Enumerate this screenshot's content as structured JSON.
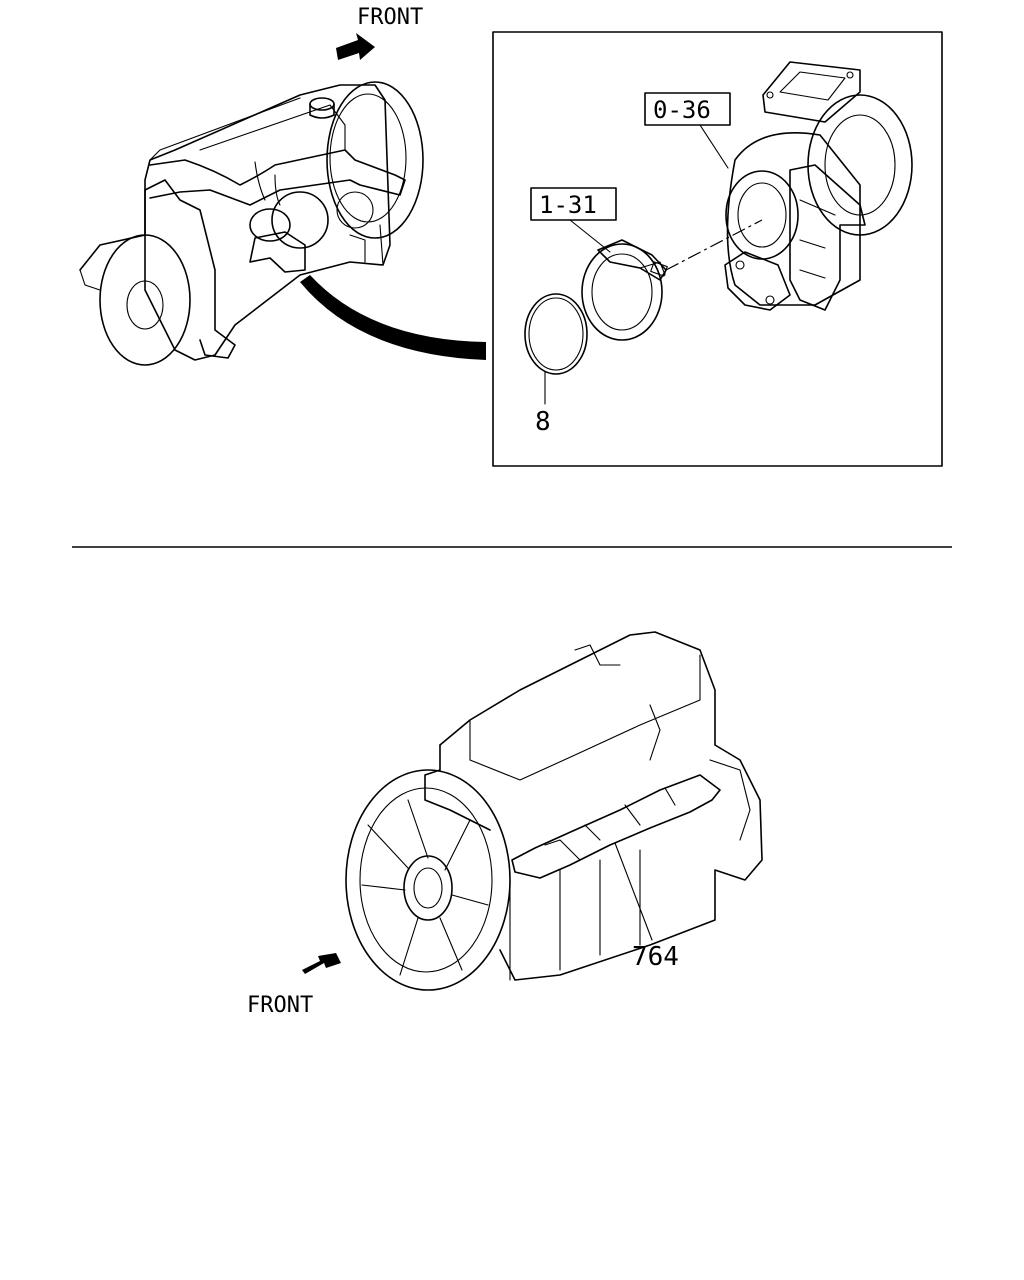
{
  "labels": {
    "front_top": "FRONT",
    "front_bottom": "FRONT",
    "callout_turbo": "0-36",
    "callout_clamp": "1-31",
    "callout_oring": "8",
    "callout_cover": "764"
  },
  "icons": {
    "front_arrow_top": "arrow-right-icon",
    "front_arrow_bottom": "arrow-left-icon"
  }
}
